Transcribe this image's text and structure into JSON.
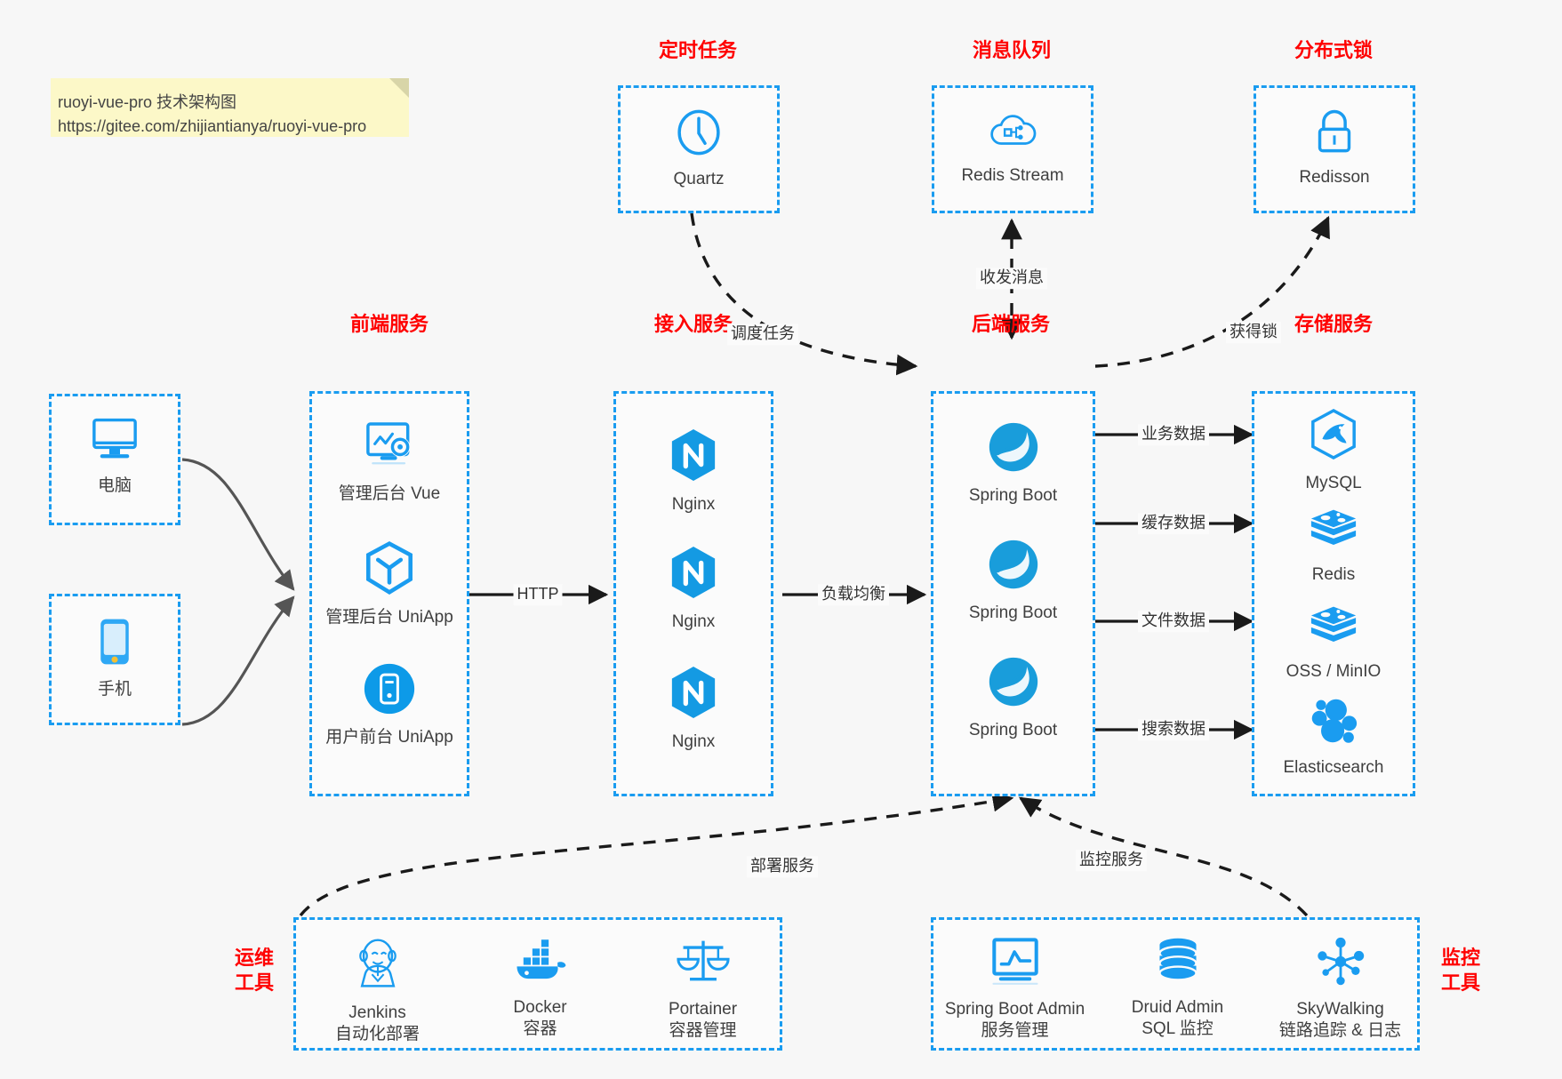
{
  "note": {
    "line1": "ruoyi-vue-pro 技术架构图",
    "line2": "https://gitee.com/zhijiantianya/ruoyi-vue-pro",
    "bg_color": "#fcf8c8"
  },
  "colors": {
    "accent_blue": "#1a9cf0",
    "group_title_red": "#ff0000",
    "edge_gray": "#555555",
    "edge_black": "#1a1a1a",
    "background": "#f7f7f7"
  },
  "groups": {
    "scheduler": {
      "title": "定时任务",
      "nodes": [
        {
          "label": "Quartz",
          "icon": "clock-icon"
        }
      ]
    },
    "mq": {
      "title": "消息队列",
      "nodes": [
        {
          "label": "Redis Stream",
          "icon": "cloud-stream-icon"
        }
      ]
    },
    "lock": {
      "title": "分布式锁",
      "nodes": [
        {
          "label": "Redisson",
          "icon": "lock-icon"
        }
      ]
    },
    "frontend": {
      "title": "前端服务",
      "nodes": [
        {
          "label": "管理后台 Vue",
          "icon": "dashboard-gear-icon"
        },
        {
          "label": "管理后台 UniApp",
          "icon": "cube-icon"
        },
        {
          "label": "用户前台 UniApp",
          "icon": "mobile-app-icon"
        }
      ]
    },
    "gateway": {
      "title": "接入服务",
      "nodes": [
        {
          "label": "Nginx",
          "icon": "nginx-icon"
        },
        {
          "label": "Nginx",
          "icon": "nginx-icon"
        },
        {
          "label": "Nginx",
          "icon": "nginx-icon"
        }
      ]
    },
    "backend": {
      "title": "后端服务",
      "nodes": [
        {
          "label": "Spring Boot",
          "icon": "spring-boot-icon"
        },
        {
          "label": "Spring Boot",
          "icon": "spring-boot-icon"
        },
        {
          "label": "Spring Boot",
          "icon": "spring-boot-icon"
        }
      ]
    },
    "storage": {
      "title": "存储服务",
      "nodes": [
        {
          "label": "MySQL",
          "icon": "mysql-icon"
        },
        {
          "label": "Redis",
          "icon": "redis-icon"
        },
        {
          "label": "OSS / MinIO",
          "icon": "redis-icon"
        },
        {
          "label": "Elasticsearch",
          "icon": "elasticsearch-icon"
        }
      ]
    },
    "clients": {
      "nodes": [
        {
          "label": "电脑",
          "icon": "desktop-icon"
        },
        {
          "label": "手机",
          "icon": "phone-icon"
        }
      ]
    },
    "devops": {
      "title_line1": "运维",
      "title_line2": "工具",
      "nodes": [
        {
          "label": "Jenkins",
          "sub": "自动化部署",
          "icon": "jenkins-icon"
        },
        {
          "label": "Docker",
          "sub": "容器",
          "icon": "docker-icon"
        },
        {
          "label": "Portainer",
          "sub": "容器管理",
          "icon": "scales-icon"
        }
      ]
    },
    "monitor": {
      "title_line1": "监控",
      "title_line2": "工具",
      "nodes": [
        {
          "label": "Spring Boot Admin",
          "sub": "服务管理",
          "icon": "monitor-chart-icon"
        },
        {
          "label": "Druid Admin",
          "sub": "SQL 监控",
          "icon": "database-icon"
        },
        {
          "label": "SkyWalking",
          "sub": "链路追踪 & 日志",
          "icon": "skywalking-icon"
        }
      ]
    }
  },
  "edges": [
    {
      "id": "http",
      "label": "HTTP"
    },
    {
      "id": "lb",
      "label": "负载均衡"
    },
    {
      "id": "biz",
      "label": "业务数据"
    },
    {
      "id": "cache",
      "label": "缓存数据"
    },
    {
      "id": "file",
      "label": "文件数据"
    },
    {
      "id": "search",
      "label": "搜索数据"
    },
    {
      "id": "schedule",
      "label": "调度任务"
    },
    {
      "id": "message",
      "label": "收发消息"
    },
    {
      "id": "getlock",
      "label": "获得锁"
    },
    {
      "id": "deploy",
      "label": "部署服务"
    },
    {
      "id": "monitor",
      "label": "监控服务"
    }
  ]
}
